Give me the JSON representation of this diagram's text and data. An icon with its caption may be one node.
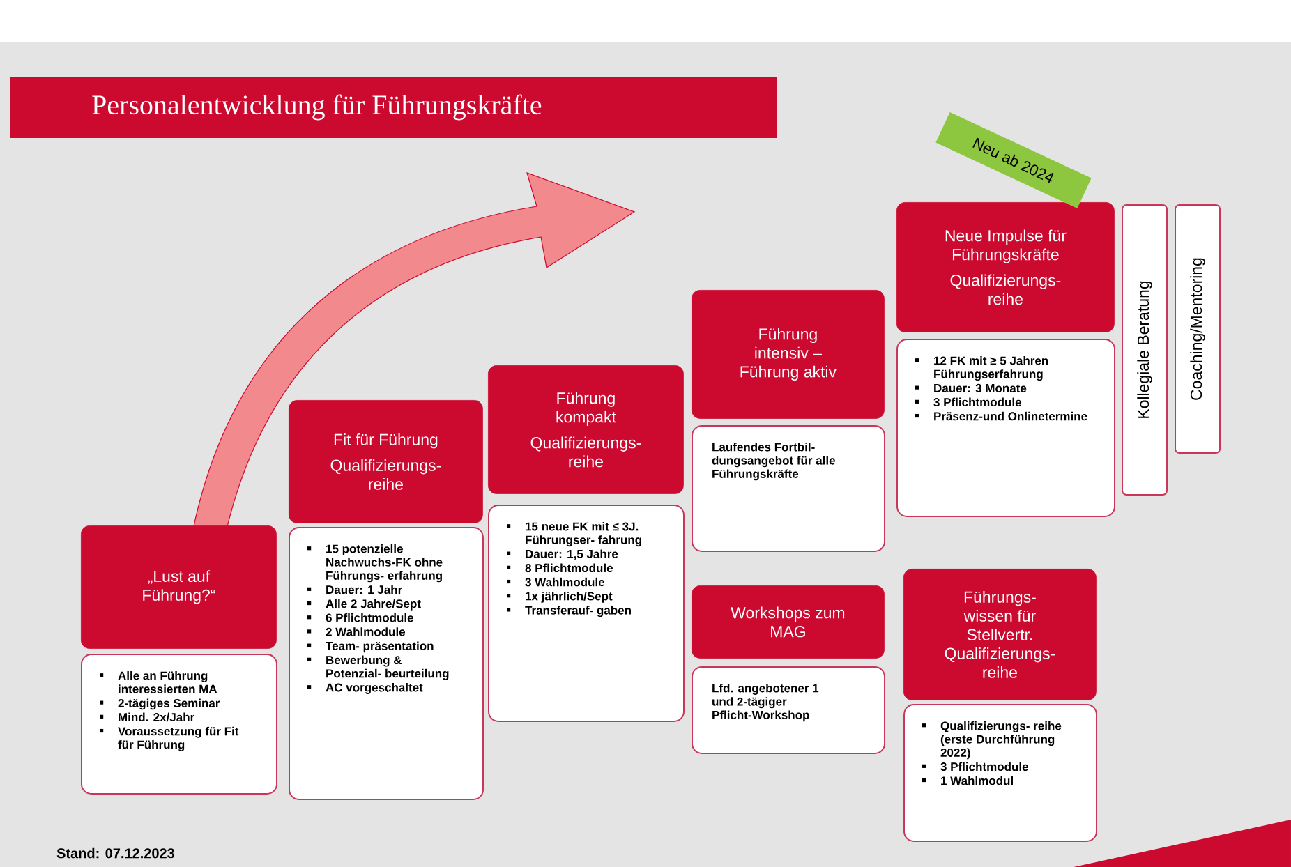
{
  "diagram": {
    "title": "Personalentwicklung für Führungskräfte",
    "nodes": [
      {
        "text": [
          "„Lust auf Führung?“"
        ]
      },
      {
        "text": [
          "Alle an Führung interessierten MA",
          "2-tägiges Seminar",
          "Mind. 2x/Jahr",
          "Voraussetzung für Fit für Führung"
        ]
      },
      {
        "text": [
          "Fit für Führung",
          "Qualifizierungs- reihe"
        ]
      },
      {
        "text": [
          "15 potenzielle Nachwuchs-FK ohne Führungs- erfahrung",
          "Dauer: 1 Jahr",
          "Alle 2 Jahre/Sept",
          "6 Pflichtmodule",
          "2 Wahlmodule",
          "Team- präsentation",
          "Bewerbung & Potenzial- beurteilung",
          "AC vorgeschaltet"
        ]
      },
      {
        "text": [
          "Führung kompakt",
          "Qualifizierungs- reihe"
        ]
      },
      {
        "text": [
          "15 neue FK mit ≤ 3J. Führungser- fahrung",
          "Dauer: 1,5 Jahre",
          "8 Pflichtmodule",
          "3 Wahlmodule",
          "1x jährlich/Sept",
          "Transferauf- gaben"
        ]
      },
      {
        "text": [
          "Führung intensiv – Führung aktiv"
        ]
      },
      {
        "text": [
          "Laufendes Fortbil- dungsangebot für alle Führungskräfte"
        ]
      },
      {
        "text": [
          "Workshops zum MAG"
        ]
      },
      {
        "text": [
          "Lfd. angebotener 1 und 2-tägiger Pflicht-Workshop"
        ]
      },
      {
        "text": [
          "Neue Impulse für Führungskräfte",
          "Qualifizierungs- reihe"
        ]
      },
      {
        "text": [
          "12 FK mit ≥ 5 Jahren Führungserfahrung",
          "Dauer: 3 Monate",
          "3 Pflichtmodule",
          "Präsenz-und Onlinetermine"
        ]
      },
      {
        "text": [
          "Führungs- wissen für Stellvertr. Qualifizierungs- reihe"
        ]
      },
      {
        "text": [
          "Qualifizierungs- reihe (erste Durchführung 2022)",
          "3 Pflichtmodule",
          "1 Wahlmodul"
        ]
      },
      {
        "text": [
          "Kollegiale Beratung"
        ]
      },
      {
        "text": [
          "Coaching/Mentoring"
        ]
      },
      {
        "text": [
          "Neu ab 2024"
        ]
      }
    ],
    "labels": [
      "Stand: 07.12.2023"
    ]
  }
}
